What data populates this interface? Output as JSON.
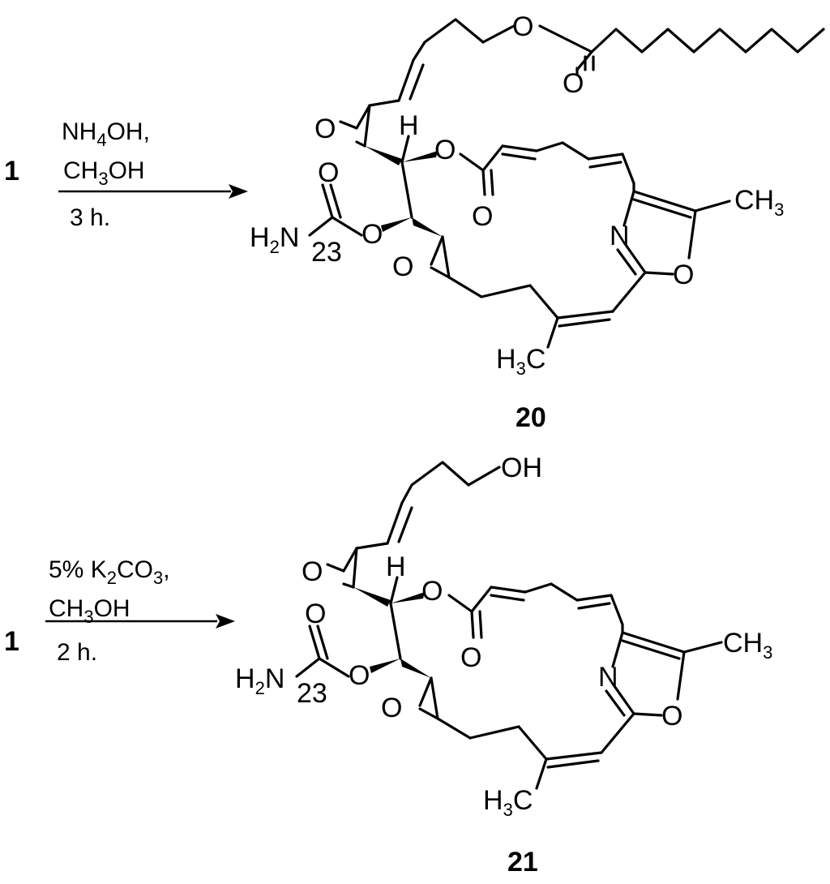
{
  "reactions": [
    {
      "reactant": "1",
      "conditions": [
        "NH",
        "4",
        "OH,",
        "CH",
        "3",
        "OH",
        "3 h."
      ],
      "product": "20",
      "labels": {
        "epoxide_o_top": "O",
        "epoxide_o_bottom": "O",
        "h": "H",
        "ester_o": "O",
        "carbonyl_o_carbamate": "O",
        "carbamate_n": "H",
        "carbamate_n_sub": "2",
        "carbamate_n_tail": "N",
        "position": "23",
        "carbamate_o": "O",
        "lactone_carbonyl_o": "O",
        "oxazole_n": "N",
        "oxazole_o": "O",
        "methyl_right": "CH",
        "methyl_right_sub": "3",
        "methyl_bottom": "H",
        "methyl_bottom_sub": "3",
        "methyl_bottom_tail": "C",
        "side_ester_o": "O",
        "side_carbonyl_o": "O"
      }
    },
    {
      "reactant": "1",
      "conditions": [
        "5% K",
        "2",
        "CO",
        "3",
        ",",
        "CH",
        "3",
        "OH",
        "2 h."
      ],
      "product": "21",
      "labels": {
        "oh": "OH",
        "epoxide_o_top": "O",
        "epoxide_o_bottom": "O",
        "h": "H",
        "ester_o": "O",
        "carbonyl_o_carbamate": "O",
        "carbamate_n": "H",
        "carbamate_n_sub": "2",
        "carbamate_n_tail": "N",
        "position": "23",
        "carbamate_o": "O",
        "lactone_carbonyl_o": "O",
        "oxazole_n": "N",
        "oxazole_o": "O",
        "methyl_right": "CH",
        "methyl_right_sub": "3",
        "methyl_bottom": "H",
        "methyl_bottom_sub": "3",
        "methyl_bottom_tail": "C"
      }
    }
  ]
}
